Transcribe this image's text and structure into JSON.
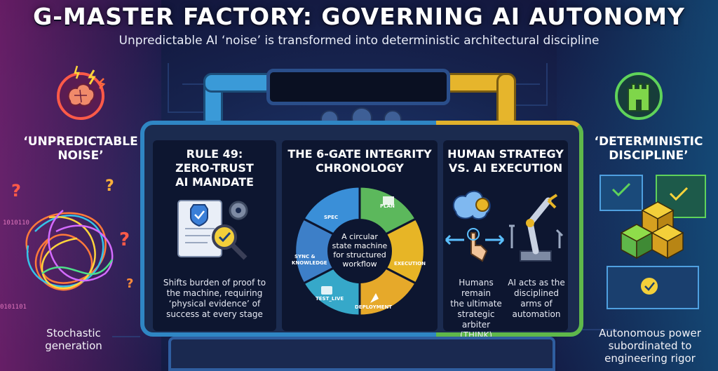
{
  "title": "G-MASTER FACTORY: GOVERNING AI AUTONOMY",
  "subtitle": "Unpredictable AI ‘noise’ is transformed into deterministic architectural discipline",
  "left": {
    "label_line1": "‘UNPREDICTABLE",
    "label_line2": "NOISE’",
    "caption_line1": "Stochastic",
    "caption_line2": "generation"
  },
  "right": {
    "label_line1": "‘DETERMINISTIC",
    "label_line2": "DISCIPLINE’",
    "caption_line1": "Autonomous power",
    "caption_line2": "subordinated to",
    "caption_line3": "engineering rigor"
  },
  "panel1": {
    "title_line1": "RULE 49:",
    "title_line2": "ZERO-TRUST",
    "title_line3": "AI MANDATE",
    "text_line1": "Shifts burden of proof to",
    "text_line2": "the machine, requiring",
    "text_line3": "‘physical evidence’ of",
    "text_line4": "success at every stage"
  },
  "panel2": {
    "title_line1": "THE 6-GATE INTEGRITY",
    "title_line2": "CHRONOLOGY",
    "center_line1": "A circular",
    "center_line2": "state machine",
    "center_line3": "for structured",
    "center_line4": "workflow",
    "gates": {
      "spec": "SPEC",
      "plan": "PLAN",
      "execution": "EXECUTION",
      "deployment": "DEPLOYMENT",
      "test_live": "TEST_LIVE",
      "sync_line1": "SYNC &",
      "sync_line2": "KNOWLEDGE"
    }
  },
  "panel3": {
    "title_line1": "HUMAN STRATEGY",
    "title_line2": "VS. AI EXECUTION",
    "human_line1": "Humans remain",
    "human_line2": "the ultimate",
    "human_line3": "strategic arbiter",
    "human_line4": "(THINK)",
    "ai_line1": "AI acts as the",
    "ai_line2": "disciplined",
    "ai_line3": "arms of",
    "ai_line4": "automation"
  },
  "colors": {
    "frame_blue": "#2f86c4",
    "frame_gold": "#e0b12c",
    "frame_green": "#5fb84a",
    "noise_magenta": "#c23a9a",
    "gate_spec": "#3a8fd8",
    "gate_plan": "#5cb85c",
    "gate_execution": "#e7b526",
    "gate_deployment": "#e6a92a",
    "gate_test": "#36a8c9",
    "gate_sync": "#3d7fc8"
  },
  "icons": [
    "brain-lightning-icon",
    "question-mark-icon",
    "tangled-lines-icon",
    "shield-check-icon",
    "magnifier-check-icon",
    "gear-icon",
    "robot-arm-icon",
    "pointing-hand-icon",
    "castle-tower-icon",
    "cube-stack-icon",
    "check-icon",
    "rocket-icon"
  ]
}
